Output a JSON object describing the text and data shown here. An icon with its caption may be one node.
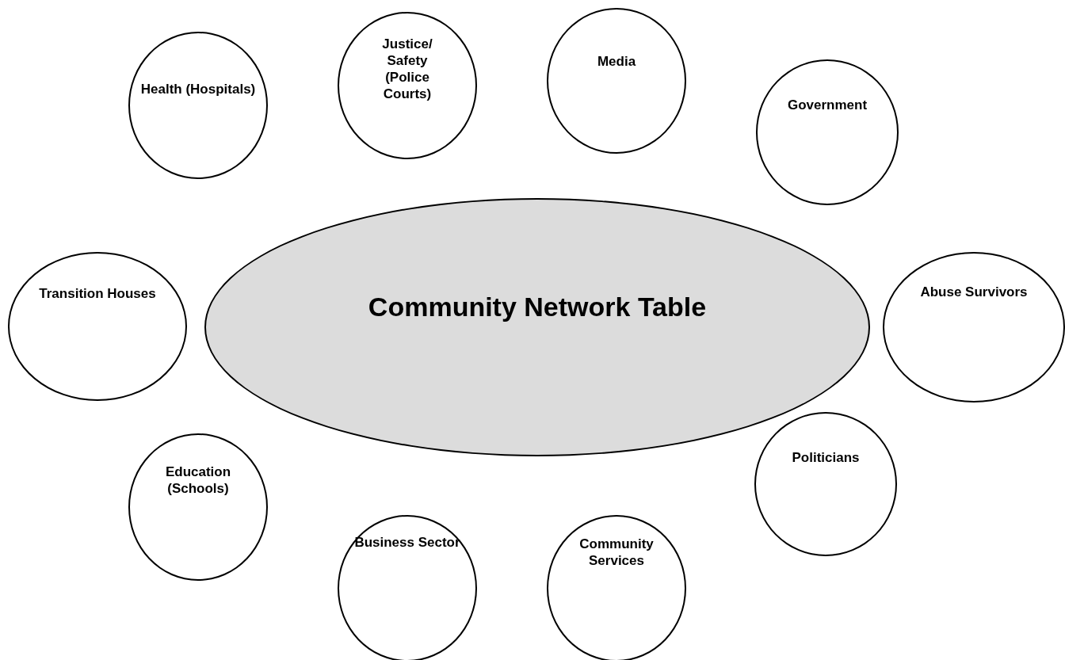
{
  "diagram": {
    "nodes": [
      {
        "text": [
          "Justice/ Safety (Police Courts)"
        ]
      },
      {
        "text": [
          "Media"
        ]
      },
      {
        "text": [
          "Health (Hospitals)"
        ]
      },
      {
        "text": [
          "Government"
        ]
      },
      {
        "text": [
          "Community Network Table"
        ]
      },
      {
        "text": [
          "Transition Houses"
        ]
      },
      {
        "text": [
          "Abuse Survivors"
        ]
      },
      {
        "text": [
          "Education (Schools)"
        ]
      },
      {
        "text": [
          "Politicians"
        ]
      },
      {
        "text": [
          "Business Sector"
        ]
      },
      {
        "text": [
          "Community Services"
        ]
      }
    ]
  }
}
